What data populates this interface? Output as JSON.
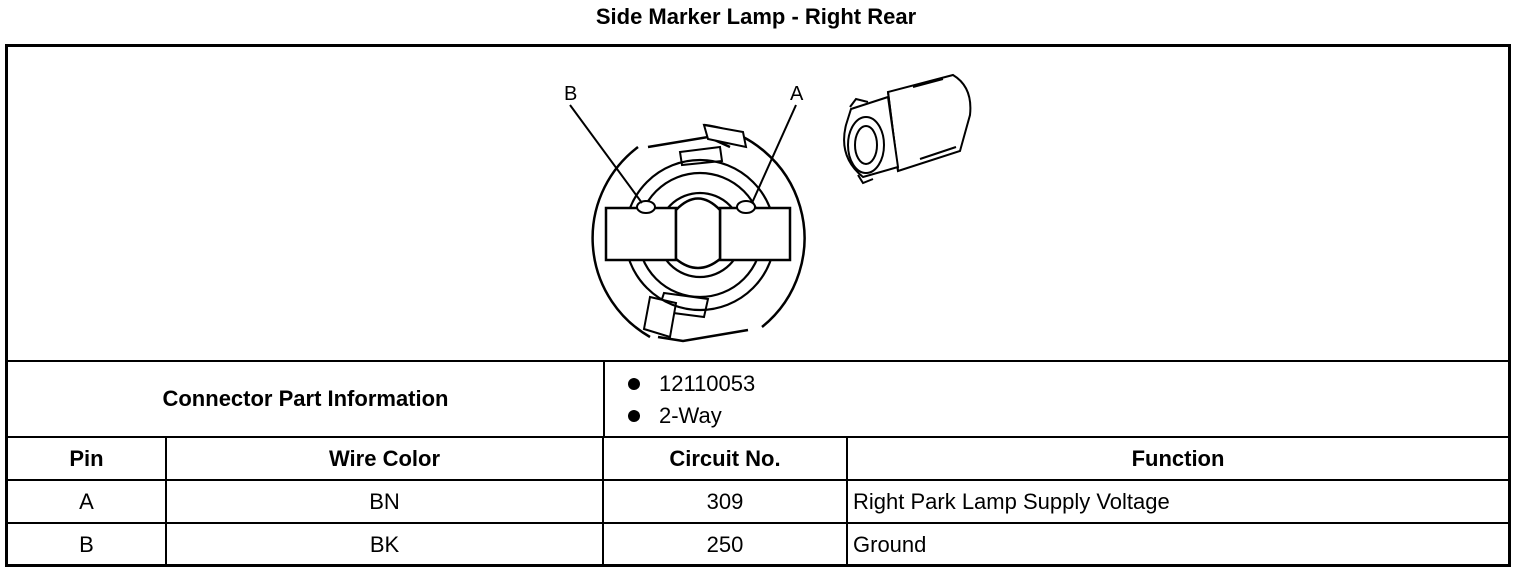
{
  "title": "Side Marker Lamp - Right Rear",
  "diagram": {
    "callouts": [
      "B",
      "A"
    ]
  },
  "connector_info": {
    "label": "Connector Part Information",
    "items": [
      "12110053",
      "2-Way"
    ]
  },
  "pin_table": {
    "headers": [
      "Pin",
      "Wire Color",
      "Circuit No.",
      "Function"
    ],
    "rows": [
      [
        "A",
        "BN",
        "309",
        "Right Park Lamp Supply Voltage"
      ],
      [
        "B",
        "BK",
        "250",
        "Ground"
      ]
    ]
  }
}
